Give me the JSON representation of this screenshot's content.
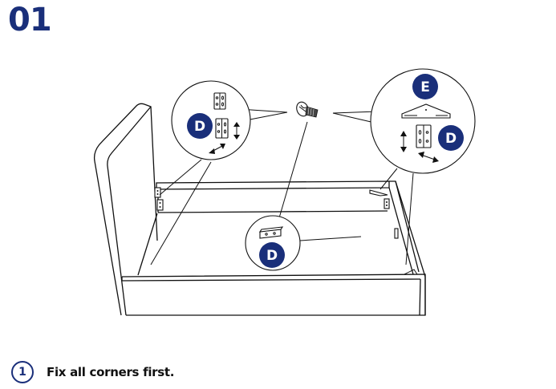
{
  "header": {
    "step_number": "01"
  },
  "colors": {
    "accent": "#1a2f7a",
    "line": "#111111",
    "background": "#ffffff"
  },
  "diagram": {
    "subject": "bed frame corner assembly",
    "callouts": [
      {
        "id": "left-corner",
        "parts": [
          "D"
        ],
        "badge_labels": [
          "D"
        ]
      },
      {
        "id": "screw",
        "parts": [
          "screw"
        ]
      },
      {
        "id": "right-corner",
        "parts": [
          "E",
          "D"
        ],
        "badge_labels": [
          "E",
          "D"
        ]
      },
      {
        "id": "center-slat",
        "parts": [
          "D"
        ],
        "badge_labels": [
          "D"
        ]
      }
    ],
    "badges": {
      "left_d": "D",
      "right_e": "E",
      "right_d": "D",
      "center_d": "D"
    },
    "icons": [
      "bracket-d-icon",
      "bracket-e-icon",
      "screw-icon",
      "double-arrow-icon"
    ]
  },
  "instruction": {
    "index": "1",
    "text": "Fix all corners first."
  }
}
